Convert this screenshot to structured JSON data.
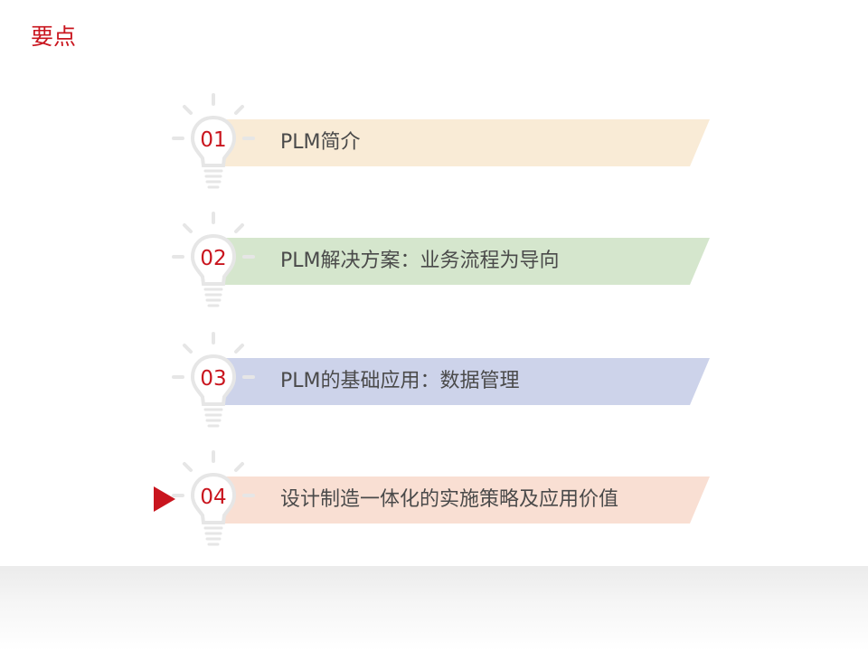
{
  "page": {
    "title": "要点"
  },
  "agenda": {
    "active_index": 3,
    "items": [
      {
        "number": "01",
        "label": "PLM简介",
        "color": "#f9ebd6"
      },
      {
        "number": "02",
        "label": "PLM解决方案：业务流程为导向",
        "color": "#d5e6cd"
      },
      {
        "number": "03",
        "label": "PLM的基础应用：数据管理",
        "color": "#cdd3ea"
      },
      {
        "number": "04",
        "label": "设计制造一体化的实施策略及应用价值",
        "color": "#f9dfd3"
      }
    ]
  },
  "colors": {
    "accent": "#c9151e",
    "text": "#4a4a4a",
    "bulb_outline": "#e6e6e6"
  },
  "icons": {
    "item_icon": "lightbulb-icon",
    "active_marker": "play-triangle-icon"
  }
}
